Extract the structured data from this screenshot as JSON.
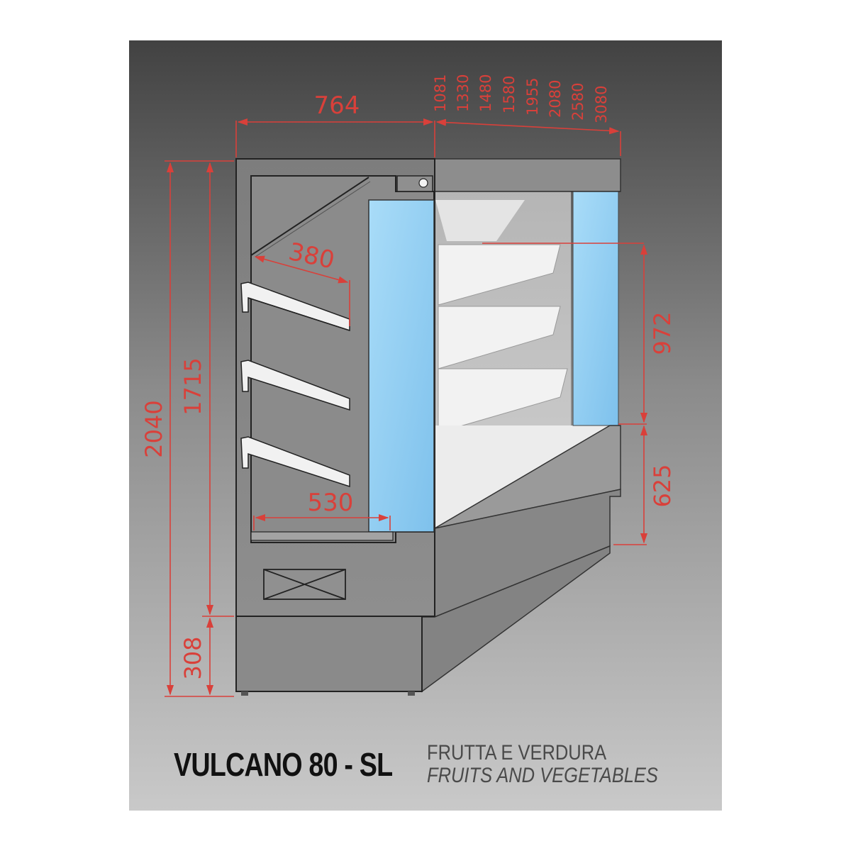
{
  "colors": {
    "dimension": "#d9403a",
    "panel_top": "#434343",
    "panel_bottom": "#c7c7c7",
    "glass": "#8ecbf0",
    "cabinet": "#8a8a8a",
    "outline": "#222222"
  },
  "dimensions": {
    "width": "764",
    "total_height": "2040",
    "body_height": "1715",
    "base_height": "308",
    "shelf_depth": "380",
    "deck_depth": "530",
    "display_height": "972",
    "deck_height": "625",
    "lengths": [
      "1081",
      "1330",
      "1480",
      "1580",
      "1955",
      "2080",
      "2580",
      "3080"
    ]
  },
  "caption": {
    "model": "VULCANO 80 - SL",
    "category_it": "FRUTTA E VERDURA",
    "category_en": "FRUITS AND VEGETABLES"
  }
}
